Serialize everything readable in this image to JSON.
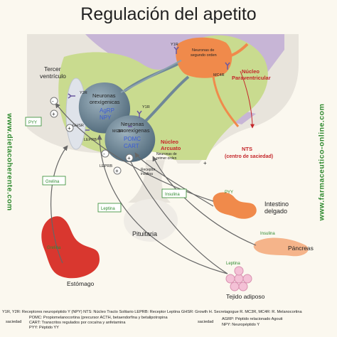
{
  "title": "Regulación del apetito",
  "watermarks": {
    "left": "www.dietacoherente.com",
    "right": "www.farmaceutico-online.com"
  },
  "labels": {
    "tercer_ventriculo_1": "Tercer",
    "tercer_ventriculo_2": "ventrículo",
    "y1r_top": "Y1R",
    "segundo_orden_1": "Neuronas de",
    "segundo_orden_2": "segundo orden",
    "mc4r": "MC4R",
    "paraventricular_1": "Núcleo",
    "paraventricular_2": "Paraventricular",
    "y2r": "Y2R",
    "orexigenicas_1": "Neuronas",
    "orexigenicas_2": "orexígenicas",
    "agrp": "AgRP",
    "npy": "NPY",
    "y1r_mid": "Y1R",
    "anorexigenas_1": "Neuronas",
    "anorexigenas_2": "anorexígenas",
    "pomc": "POMC",
    "cart": "CART",
    "ghsr": "GHSR",
    "mc3r": "MC3R",
    "leprb_1": "LEPRB",
    "leprb_2": "LEPRB",
    "arcuato_1": "Núcleo",
    "arcuato_2": "Arcuato",
    "primer_orden_1": "Neuronas de",
    "primer_orden_2": "primer orden",
    "receptor_insulina_1": "Receptor",
    "receptor_insulina_2": "insulina",
    "nts_1": "NTS",
    "nts_2": "(centro de saciedad)",
    "pyy_left": "PYY",
    "grelina_box": "Grelina",
    "leptina_box": "Leptina",
    "insulina_box": "Insulina",
    "pituitaria": "Pituitaria",
    "pyy_right": "PYY",
    "intestino_1": "Intestino",
    "intestino_2": "delgado",
    "insulina_right": "Insulina",
    "pancreas": "Páncreas",
    "leptina_right": "Leptina",
    "tejido": "Tejido adiposo",
    "grelina_left": "Grelina",
    "estomago": "Estómago",
    "minus": "-",
    "plus": "+"
  },
  "legend": {
    "line1": "Y1R, Y2R: Receptores neuropéptido Y (NPY)    NTS: Núcleo Tracto Solitario    LEPRB: Receptor Leptina    GHSR: Growth H. Secretagogue R.    MC3R, MC4R: R. Melanocortina",
    "saciedad_up": "saciedad",
    "pomc_def": "POMC: Propiomelanocortina (precursor ACTH, betaendorfina y betalipotropina",
    "cart_def": "CART: Transcritos regulados por cocaína y anfetamina",
    "pyy_def": "PYY: Péptido YY",
    "saciedad_down": "saciedad",
    "agrp_def": "AGRP: Péptido relacionado Agouti",
    "npy_def": "NPY: Neuropéptido Y"
  },
  "colors": {
    "hypothalamus": "#c9db8f",
    "lavender": "#c7b5d6",
    "orange_neuron": "#f08a4b",
    "blue_neuron": "#6f8798",
    "red_label": "#c4262a",
    "green_box": "#2f8a2f",
    "stomach": "#d9372f"
  }
}
